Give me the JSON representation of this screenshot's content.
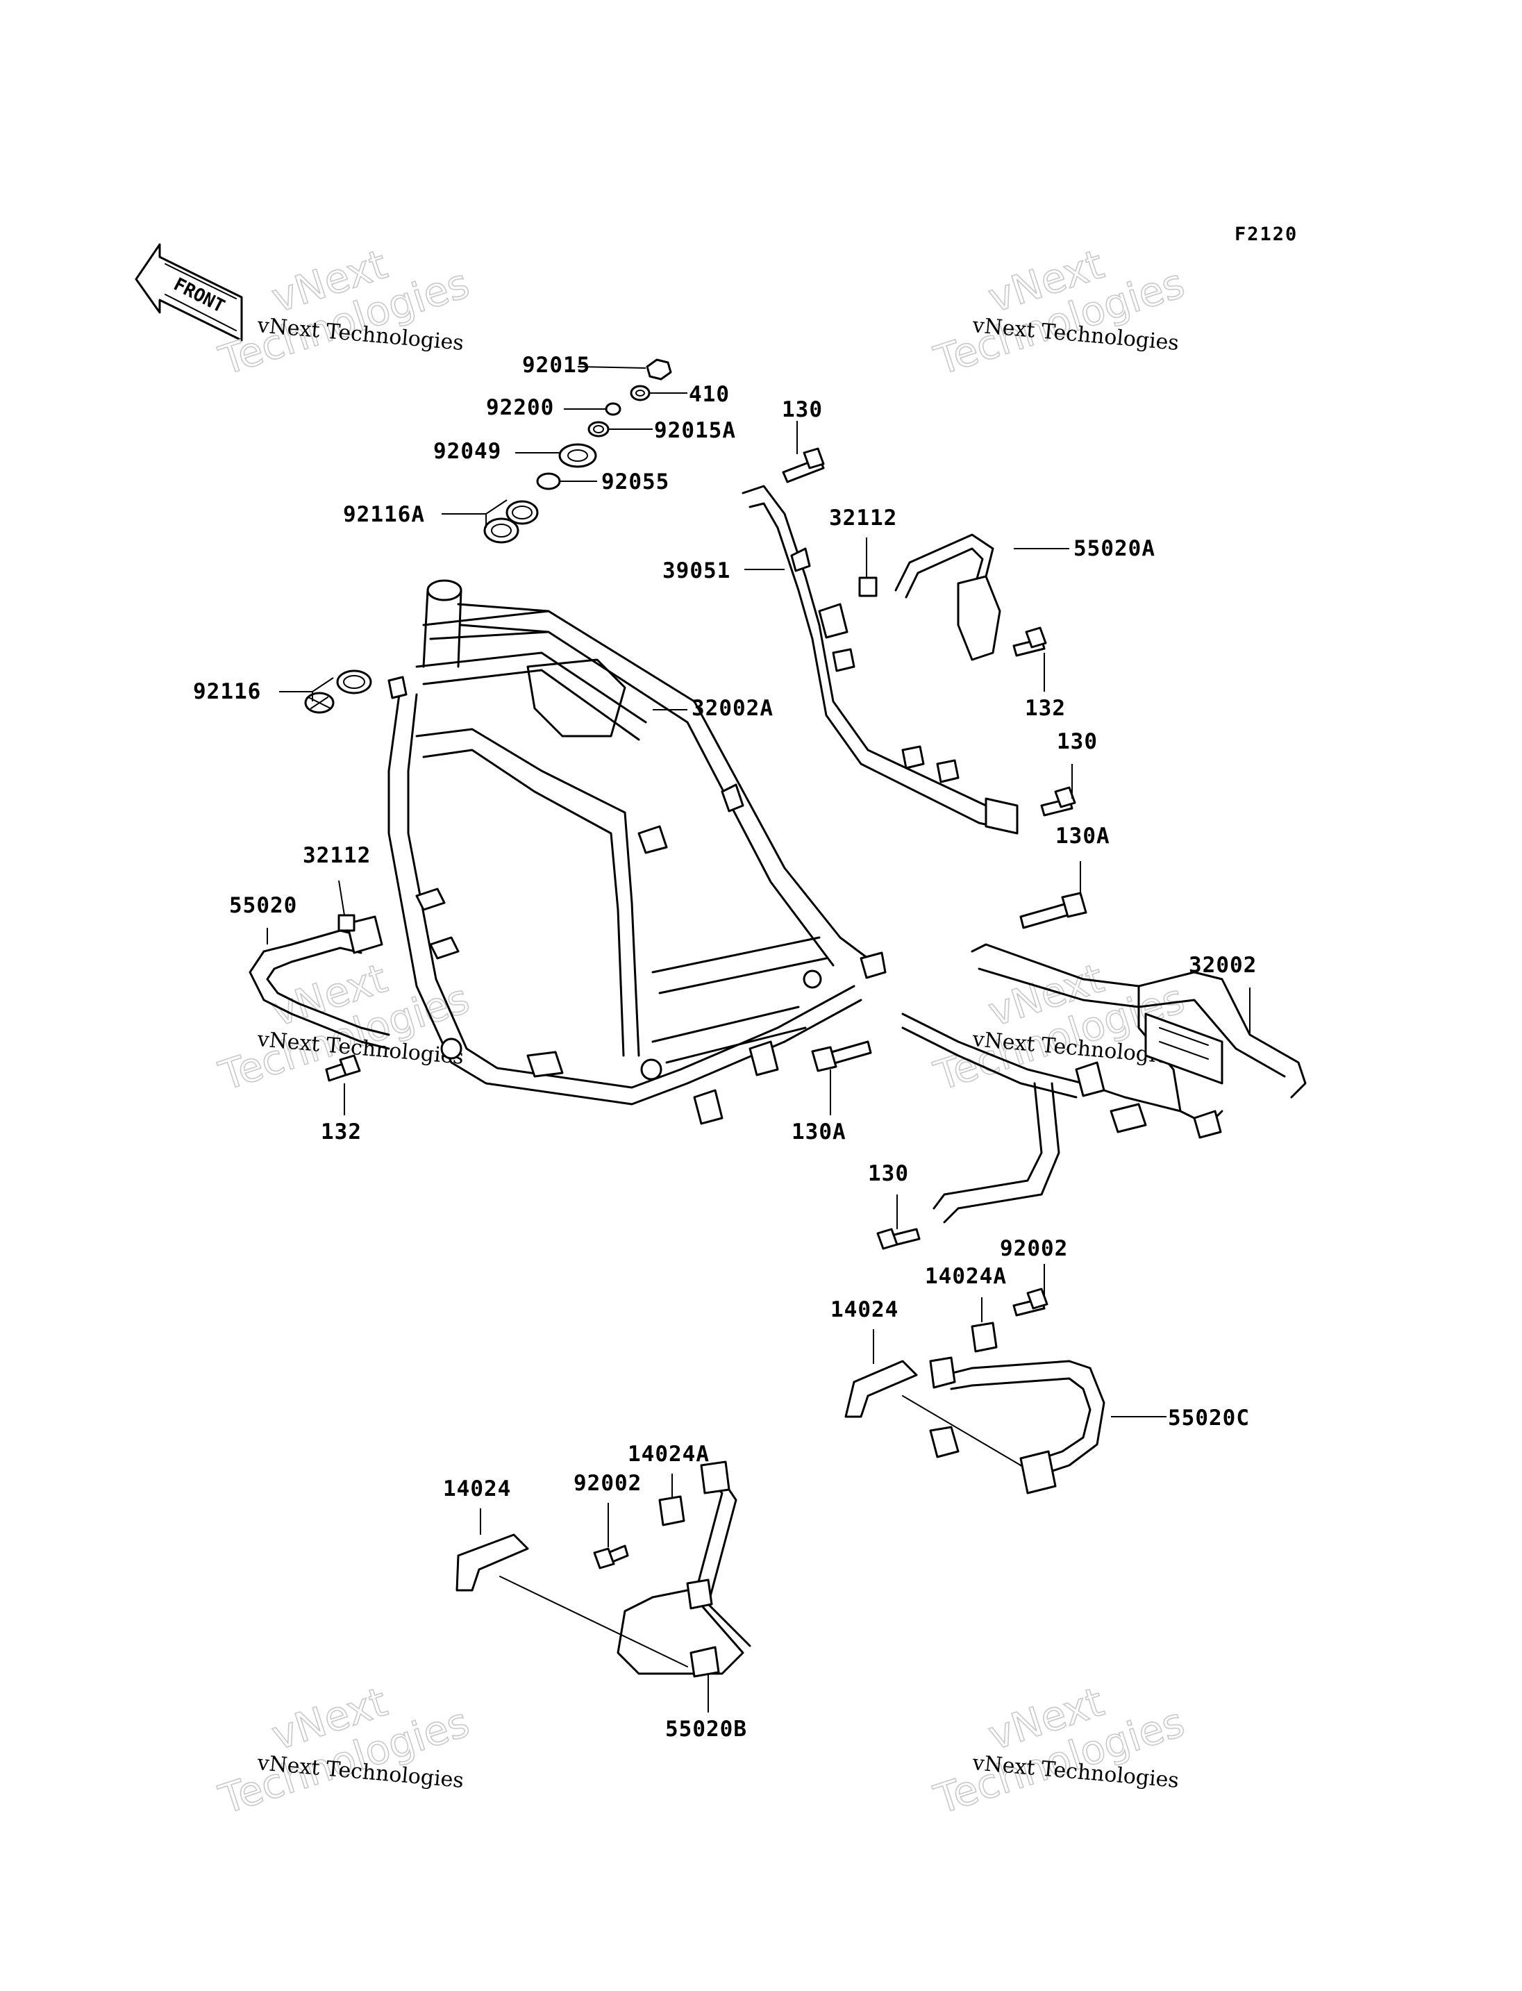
{
  "figure_code": "F2120",
  "front_label": "FRONT",
  "watermark": {
    "line1": "vNext Technologies",
    "big_line1": "vNext",
    "big_line2": "Technologies"
  },
  "parts": {
    "p92015": "92015",
    "p410": "410",
    "p92200": "92200",
    "p92015A": "92015A",
    "p92049": "92049",
    "p92055": "92055",
    "p92116A": "92116A",
    "p92116": "92116",
    "p130_a": "130",
    "p32112_a": "32112",
    "p39051": "39051",
    "p55020A": "55020A",
    "p32002A": "32002A",
    "p132_a": "132",
    "p130_b": "130",
    "p130A_a": "130A",
    "p32112_b": "32112",
    "p55020": "55020",
    "p32002": "32002",
    "p132_b": "132",
    "p130A_b": "130A",
    "p130_c": "130",
    "p92002_a": "92002",
    "p14024A_a": "14024A",
    "p14024_a": "14024",
    "p55020C": "55020C",
    "p14024A_b": "14024A",
    "p92002_b": "92002",
    "p14024_b": "14024",
    "p55020B": "55020B"
  }
}
